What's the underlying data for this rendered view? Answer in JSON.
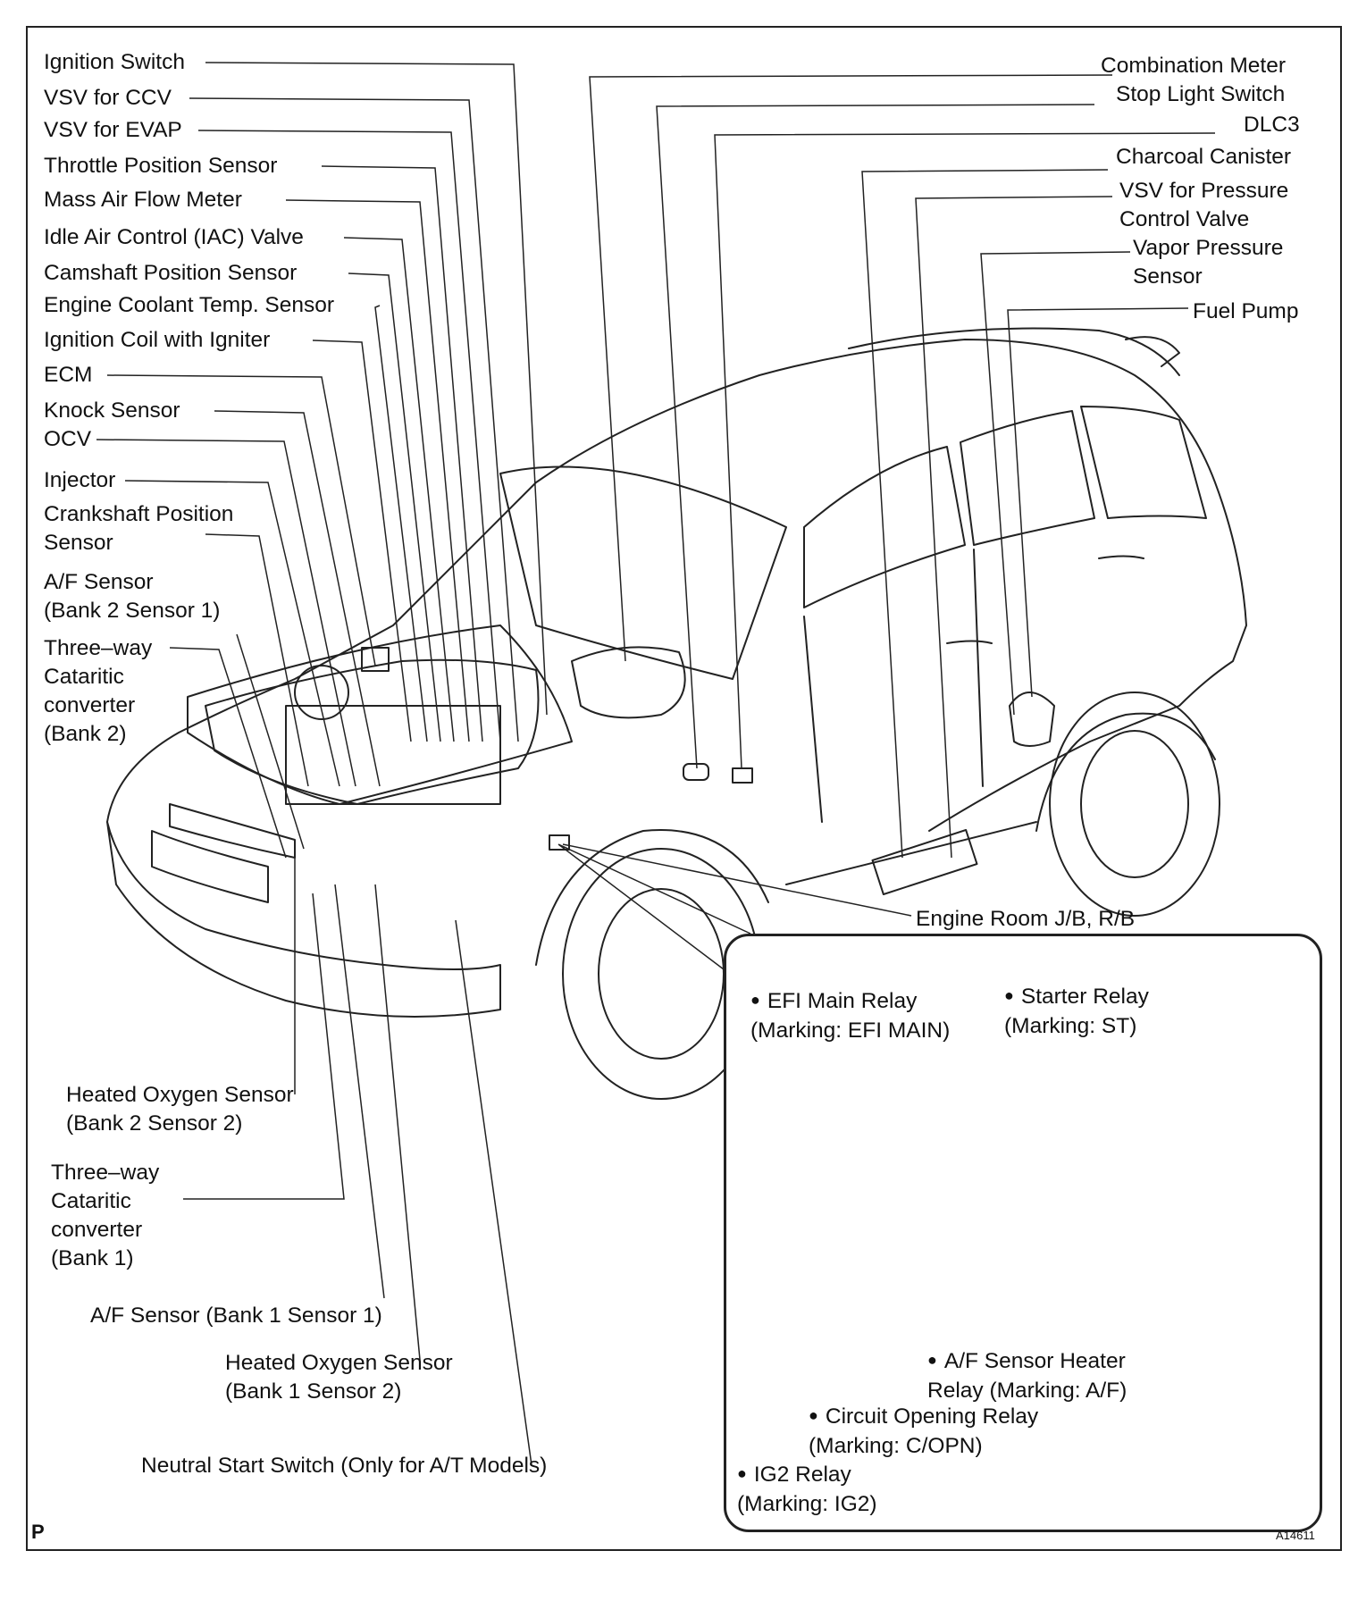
{
  "labels_left": {
    "ignition_switch": "Ignition Switch",
    "vsv_ccv": "VSV for CCV",
    "vsv_evap": "VSV for EVAP",
    "throttle_position_sensor": "Throttle Position Sensor",
    "mass_air_flow_meter": "Mass Air Flow Meter",
    "iac_valve": "Idle Air Control (IAC) Valve",
    "camshaft_position_sensor": "Camshaft Position Sensor",
    "engine_coolant_temp_sensor": "Engine Coolant Temp. Sensor",
    "ignition_coil": "Ignition Coil with Igniter",
    "ecm": "ECM",
    "knock_sensor": "Knock Sensor",
    "ocv": "OCV",
    "injector": "Injector",
    "crankshaft_line1": "Crankshaft Position",
    "crankshaft_line2": "Sensor",
    "af_sensor_b2_line1": "A/F Sensor",
    "af_sensor_b2_line2": "(Bank 2 Sensor 1)",
    "twc_b2_line1": "Three–way",
    "twc_b2_line2": "Cataritic",
    "twc_b2_line3": "converter",
    "twc_b2_line4": "(Bank 2)"
  },
  "labels_right": {
    "combination_meter": "Combination Meter",
    "stop_light_switch": "Stop Light Switch",
    "dlc3": "DLC3",
    "charcoal_canister": "Charcoal Canister",
    "vsv_pressure_line1": "VSV for Pressure",
    "vsv_pressure_line2": "Control Valve",
    "vapor_pressure_line1": "Vapor Pressure",
    "vapor_pressure_line2": "Sensor",
    "fuel_pump": "Fuel Pump",
    "engine_room_jb": "Engine Room J/B, R/B"
  },
  "labels_bottom": {
    "ho2s_b2_line1": "Heated Oxygen Sensor",
    "ho2s_b2_line2": "(Bank 2 Sensor 2)",
    "twc_b1_line1": "Three–way",
    "twc_b1_line2": "Cataritic",
    "twc_b1_line3": "converter",
    "twc_b1_line4": "(Bank 1)",
    "af_sensor_b1": "A/F Sensor (Bank 1 Sensor 1)",
    "ho2s_b1_line1": "Heated Oxygen Sensor",
    "ho2s_b1_line2": "(Bank 1 Sensor 2)",
    "neutral_start_switch": "Neutral Start Switch (Only for A/T Models)"
  },
  "callout": {
    "efi_main_line1": "EFI Main Relay",
    "efi_main_line2": "(Marking: EFI MAIN)",
    "starter_line1": "Starter Relay",
    "starter_line2": "(Marking: ST)",
    "af_heater_line1": "A/F Sensor Heater",
    "af_heater_line2": "Relay (Marking: A/F)",
    "circuit_opening_line1": "Circuit Opening Relay",
    "circuit_opening_line2": "(Marking: C/OPN)",
    "ig2_line1": "IG2 Relay",
    "ig2_line2": "(Marking: IG2)"
  },
  "footer": {
    "page_letter": "P",
    "ref_code": "A14611"
  },
  "colors": {
    "line": "#222222",
    "background": "#ffffff"
  }
}
